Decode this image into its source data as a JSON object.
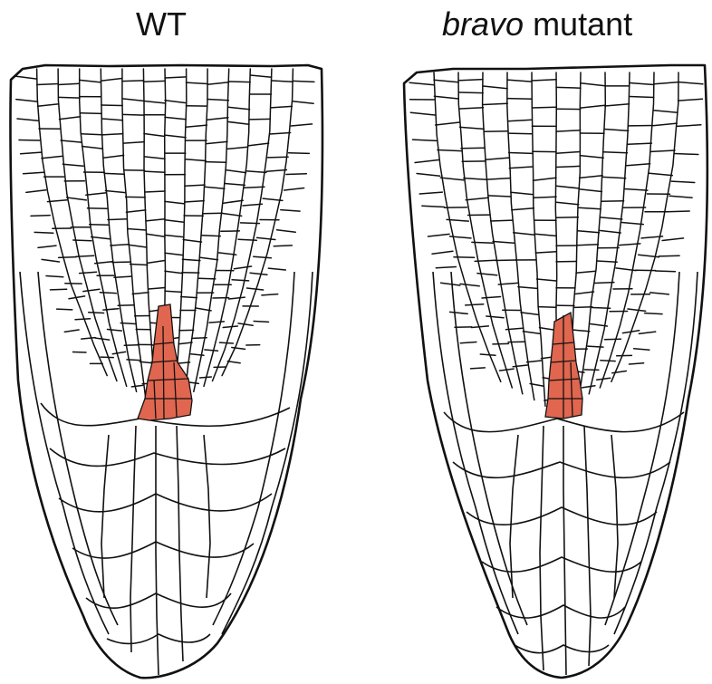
{
  "panels": {
    "left": {
      "title": "WT"
    },
    "right": {
      "title_italic": "bravo",
      "title_rest": " mutant"
    }
  },
  "colors": {
    "cell_wall": "#111111",
    "stem_cell_niche": "#e0664f",
    "background": "#ffffff"
  }
}
